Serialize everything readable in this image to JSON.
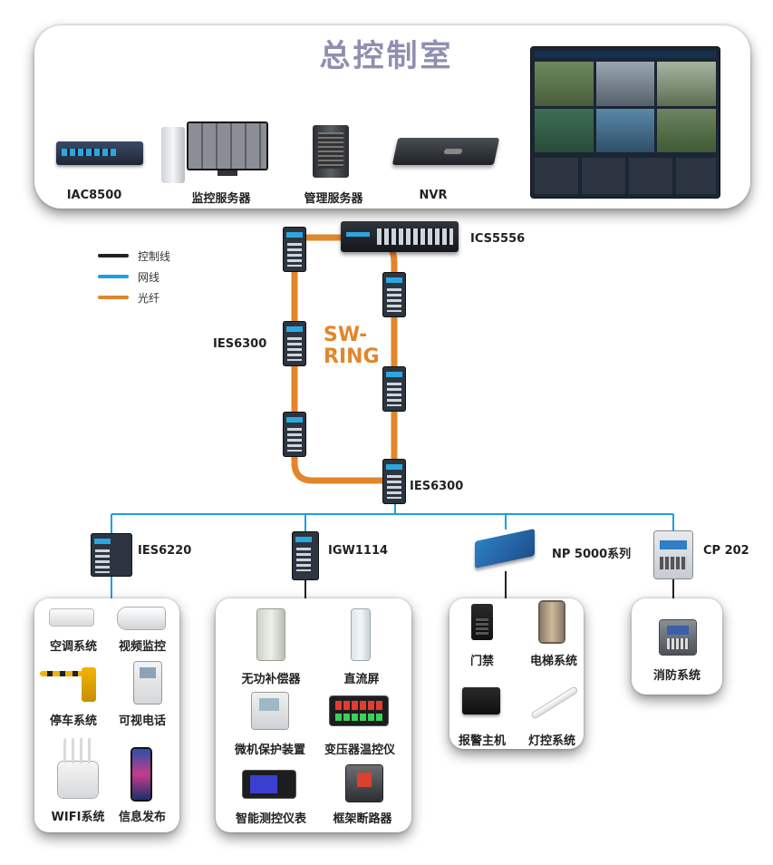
{
  "control_room": {
    "title": "总控制室",
    "devices": [
      {
        "name": "IAC8500"
      },
      {
        "name": "监控服务器"
      },
      {
        "name": "管理服务器"
      },
      {
        "name": "NVR"
      }
    ]
  },
  "legend": [
    {
      "label": "控制线",
      "color": "#222222"
    },
    {
      "label": "网线",
      "color": "#1aa0de"
    },
    {
      "label": "光纤",
      "color": "#e2862b"
    }
  ],
  "network": {
    "core_switch": "ICS5556",
    "ring_label_1": "SW-",
    "ring_label_2": "RING",
    "ring_switch_left": "IES6300",
    "ring_switch_bottom": "IES6300",
    "colors": {
      "ring": "#e2862b",
      "network": "#1aa0de",
      "control": "#222222"
    }
  },
  "branches": [
    {
      "device": "IES6220",
      "systems": [
        "空调系统",
        "视频监控",
        "停车系统",
        "可视电话",
        "WIFI系统",
        "信息发布"
      ]
    },
    {
      "device": "IGW1114",
      "systems": [
        "无功补偿器",
        "直流屏",
        "微机保护装置",
        "变压器温控仪",
        "智能测控仪表",
        "框架断路器"
      ]
    },
    {
      "device": "NP 5000系列",
      "systems": [
        "门禁",
        "电梯系统",
        "报警主机",
        "灯控系统"
      ]
    },
    {
      "device": "CP 202",
      "systems": [
        "消防系统"
      ]
    }
  ]
}
